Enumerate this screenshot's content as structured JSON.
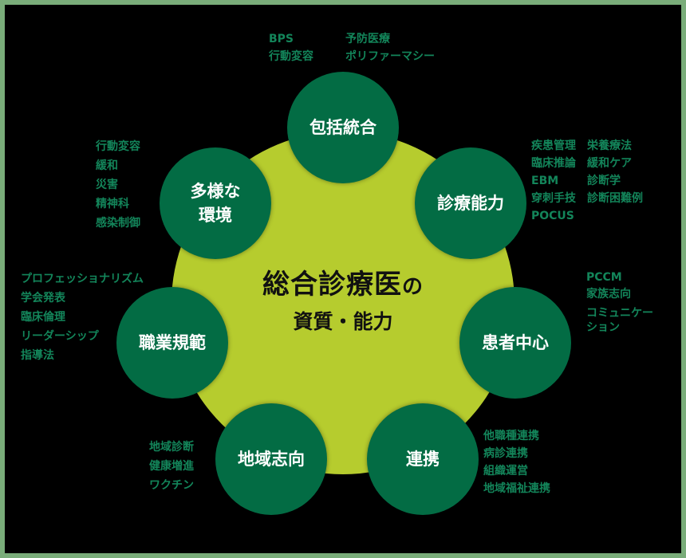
{
  "diagram": {
    "title_line1": "総合診療医",
    "title_no": "の",
    "title_line2": "資質・能力",
    "colors": {
      "frame": "#79ac79",
      "background": "#000000",
      "center_circle": "#b6cc2e",
      "node_circle": "#036c44",
      "node_text": "#ffffff",
      "list_text": "#13855a"
    },
    "nodes": [
      {
        "id": "houkatsu",
        "label": "包括統合",
        "items_col1": [
          "BPS",
          "行動変容"
        ],
        "items_col2": [
          "予防医療",
          "ポリファーマシー"
        ]
      },
      {
        "id": "shinryo",
        "label": "診療能力",
        "items_col1": [
          "疾患管理",
          "臨床推論",
          "EBM",
          "穿刺手技",
          "POCUS"
        ],
        "items_col2": [
          "栄養療法",
          "緩和ケア",
          "診断学",
          "診断困難例"
        ]
      },
      {
        "id": "kanja",
        "label": "患者中心",
        "items": [
          "PCCM",
          "家族志向",
          "コミュニケー",
          "ション"
        ]
      },
      {
        "id": "renkei",
        "label": "連携",
        "items": [
          "他職種連携",
          "病診連携",
          "組織運営",
          "地域福祉連携"
        ]
      },
      {
        "id": "chiiki",
        "label": "地域志向",
        "items": [
          "地域診断",
          "健康増進",
          "ワクチン"
        ]
      },
      {
        "id": "shokugyo",
        "label": "職業規範",
        "items": [
          "プロフェッショナリズム",
          "学会発表",
          "臨床倫理",
          "リーダーシップ",
          "指導法"
        ]
      },
      {
        "id": "tayou",
        "label_line1": "多様な",
        "label_line2": "環境",
        "items": [
          "行動変容",
          "緩和",
          "災害",
          "精神科",
          "感染制御"
        ]
      }
    ]
  }
}
